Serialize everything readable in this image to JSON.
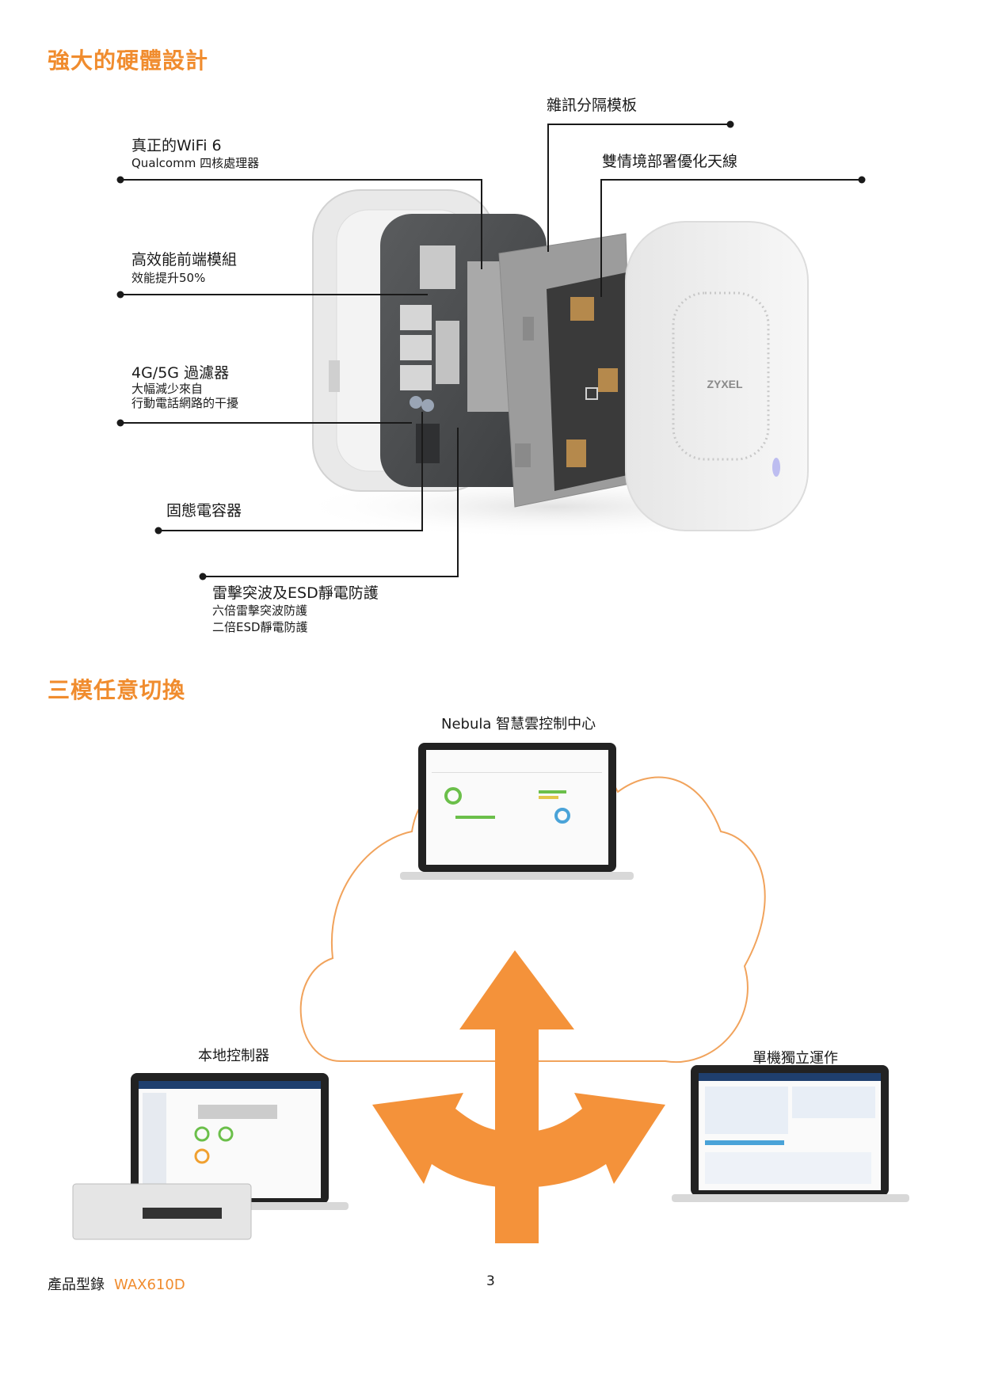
{
  "section1": {
    "title": "強大的硬體設計",
    "callouts": {
      "noise_plate": {
        "title": "雜訊分隔模板"
      },
      "antenna": {
        "title": "雙情境部署優化天線"
      },
      "wifi6": {
        "title": "真正的WiFi 6",
        "sub": "Qualcomm 四核處理器"
      },
      "frontend": {
        "title": "高效能前端模組",
        "sub": "效能提升50%"
      },
      "filter": {
        "title": "4G/5G 過濾器",
        "sub1": "大幅減少來自",
        "sub2": "行動電話網路的干擾"
      },
      "capacitor": {
        "title": "固態電容器"
      },
      "surge": {
        "title": "雷擊突波及ESD靜電防護",
        "sub1": "六倍雷擊突波防護",
        "sub2": "二倍ESD靜電防護"
      }
    },
    "device_logo": "ZYXEL"
  },
  "section2": {
    "title": "三模任意切換",
    "modes": {
      "nebula": "Nebula 智慧雲控制中心",
      "local": "本地控制器",
      "standalone": "單機獨立運作"
    }
  },
  "footer": {
    "catalog": "產品型錄",
    "model": "WAX610D",
    "page": "3"
  },
  "colors": {
    "accent": "#f08c2e",
    "text": "#1a1a1a"
  }
}
